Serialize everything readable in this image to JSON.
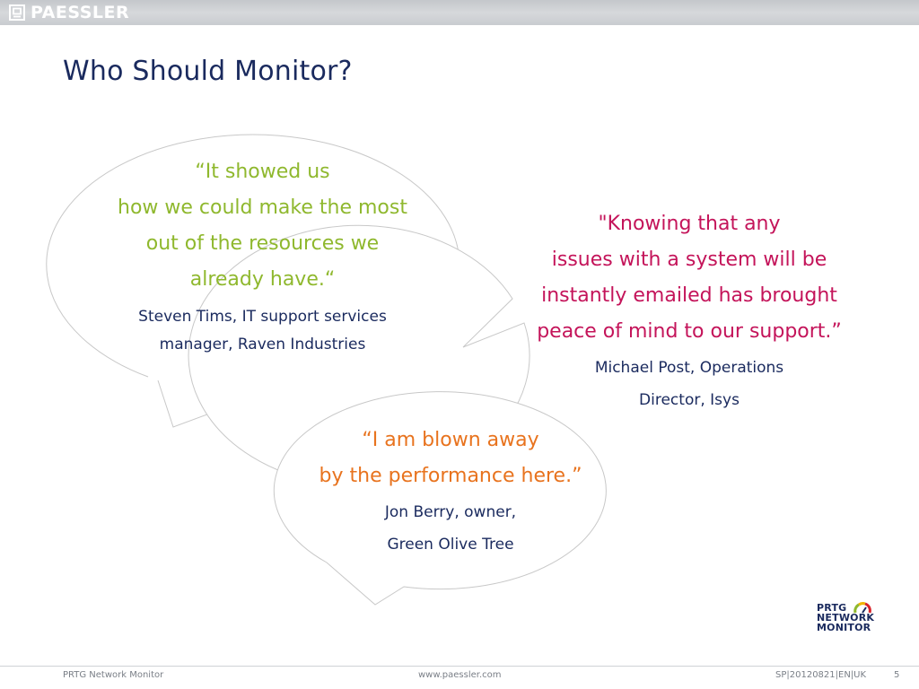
{
  "header": {
    "brand_name": "PAESSLER",
    "brand_icon": "paessler-square-icon"
  },
  "title": "Who Should Monitor?",
  "quotes": [
    {
      "lines": [
        "“It showed us",
        "how we could make the most",
        "out of the resources we",
        "already have.“"
      ],
      "attribution": [
        "Steven Tims, IT support services",
        "manager, Raven Industries"
      ],
      "color": "#8fb82e"
    },
    {
      "lines": [
        "\"Knowing that any",
        "issues with a system will be",
        "instantly emailed has brought",
        "peace of mind to our support.”"
      ],
      "attribution": [
        "Michael Post, Operations",
        "Director, Isys"
      ],
      "color": "#c4145a"
    },
    {
      "lines": [
        "“I am blown away",
        "by the performance here.”"
      ],
      "attribution": [
        "Jon Berry, owner,",
        "Green Olive Tree"
      ],
      "color": "#e8731e"
    }
  ],
  "logo": {
    "lines": [
      "PRTG",
      "NETWORK",
      "MONITOR"
    ],
    "icon": "gauge-icon"
  },
  "footer": {
    "left": "PRTG Network Monitor",
    "center": "www.paessler.com",
    "code": "SP|20120821|EN|UK",
    "page": "5"
  },
  "colors": {
    "title": "#1a2a5e",
    "bubble_outline": "#c8c8c8",
    "topbar": "#cfd2d5"
  }
}
